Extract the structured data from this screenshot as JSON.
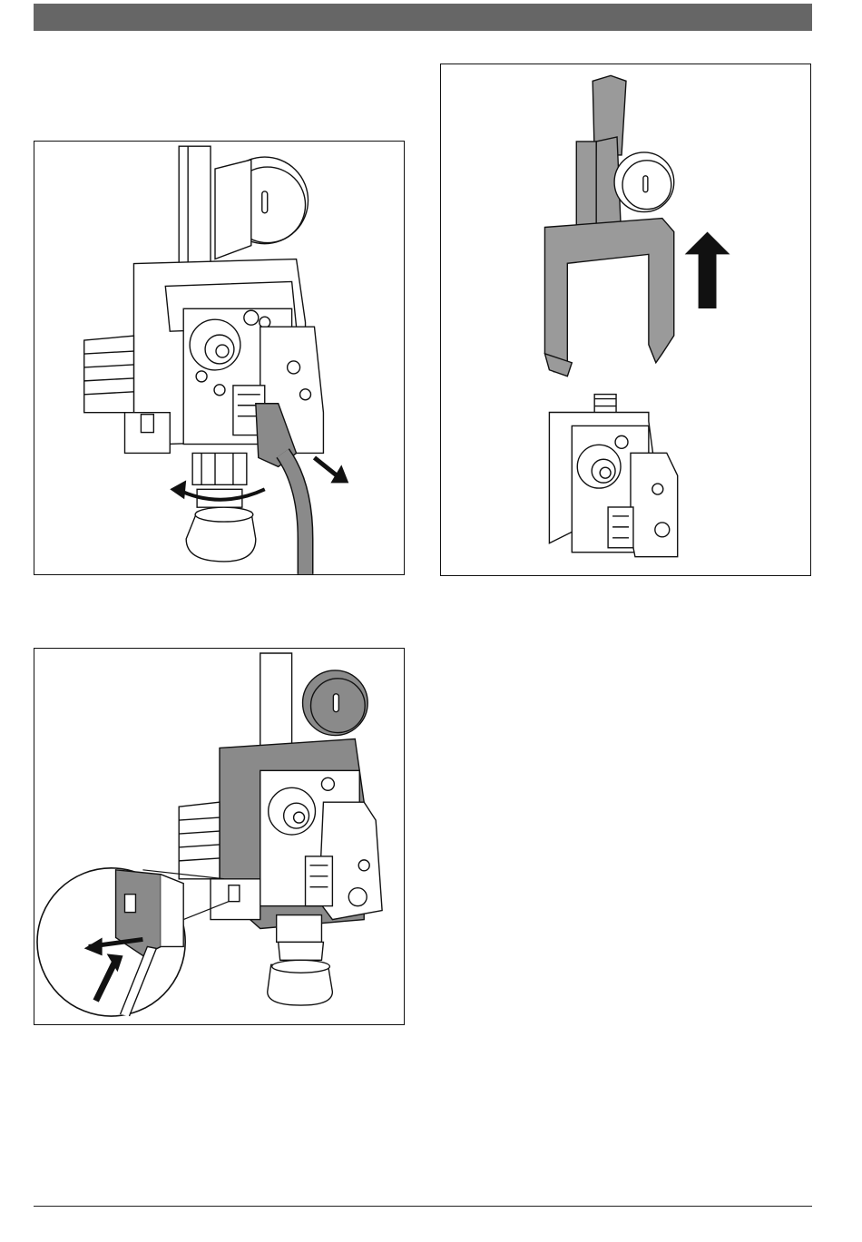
{
  "header": {
    "bar_color": "#666666"
  },
  "figures": [
    {
      "id": "fig1",
      "icons": [
        "gas-valve-icon",
        "cable-plug-icon",
        "rotate-arrow-icon",
        "pull-arrow-icon"
      ]
    },
    {
      "id": "fig2",
      "icons": [
        "valve-cover-icon",
        "up-arrow-icon",
        "gas-valve-icon"
      ]
    },
    {
      "id": "fig3",
      "icons": [
        "gas-valve-icon",
        "detail-magnifier-icon",
        "push-arrow-icon",
        "pull-arrow-icon"
      ]
    }
  ],
  "colors": {
    "line": "#111111",
    "shade": "#8a8a8a",
    "dark": "#555555"
  }
}
